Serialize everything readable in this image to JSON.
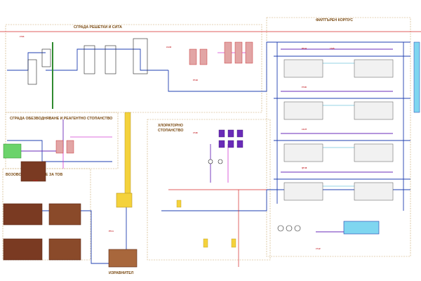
{
  "sections": {
    "screens": "СГРАДА РЕШЕТКИ И СИТА",
    "filter": "ФИЛТЪРЕН КОРПУС",
    "dewatering": "СГРАДА ОБЕЗВОДНЯВАНЕ И РЕАГЕНТНО СТОПАНСТВО",
    "chlorination_line1": "ХЛОРАТОРНО",
    "chlorination_line2": "СТОПАНСТВО",
    "sludge": "ВОЗОВО СЪХРАНЕНИЕ ЗА ТОВ",
    "clean_water": "ИЗРАВНИТЕЛ"
  },
  "equipment_tags": [
    "LT-01",
    "LS-02",
    "FT-03",
    "PT-04",
    "LT-05",
    "FT-06",
    "LS-07",
    "QT-08",
    "LT-09",
    "FT-10",
    "PT-11",
    "LT-12"
  ],
  "colors": {
    "process_water": "#1f3fb0",
    "sludge_line": "#6a2bb8",
    "chemical_line": "#d23bd2",
    "air_line": "#2aa7c9",
    "frame": "#c9a56a",
    "red_line": "#d62a2a",
    "tank_brown": "#7a3a22"
  }
}
